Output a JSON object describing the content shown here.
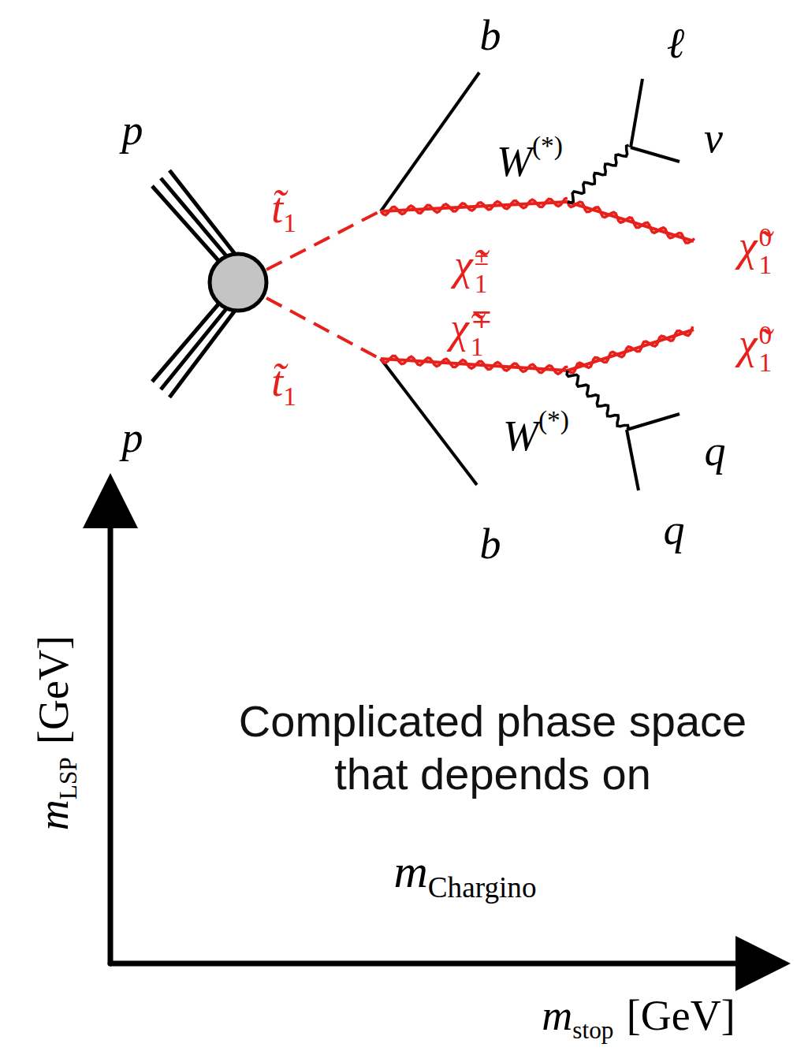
{
  "diagram": {
    "labels": [
      "p",
      "t̃",
      "1",
      "b",
      "ℓ",
      "W",
      "(*)",
      "ν",
      "χ̃",
      "±",
      "1",
      "χ̃",
      "0",
      "1",
      "χ̃",
      "∓",
      "1",
      "χ̃",
      "0",
      "1",
      "t̃",
      "1",
      "p",
      "W",
      "(*)",
      "q",
      "q",
      "b",
      "m",
      "LSP",
      "[GeV]",
      "Complicated phase space that depends on",
      "m",
      "Chargino",
      "m",
      "stop",
      "[GeV]"
    ]
  }
}
